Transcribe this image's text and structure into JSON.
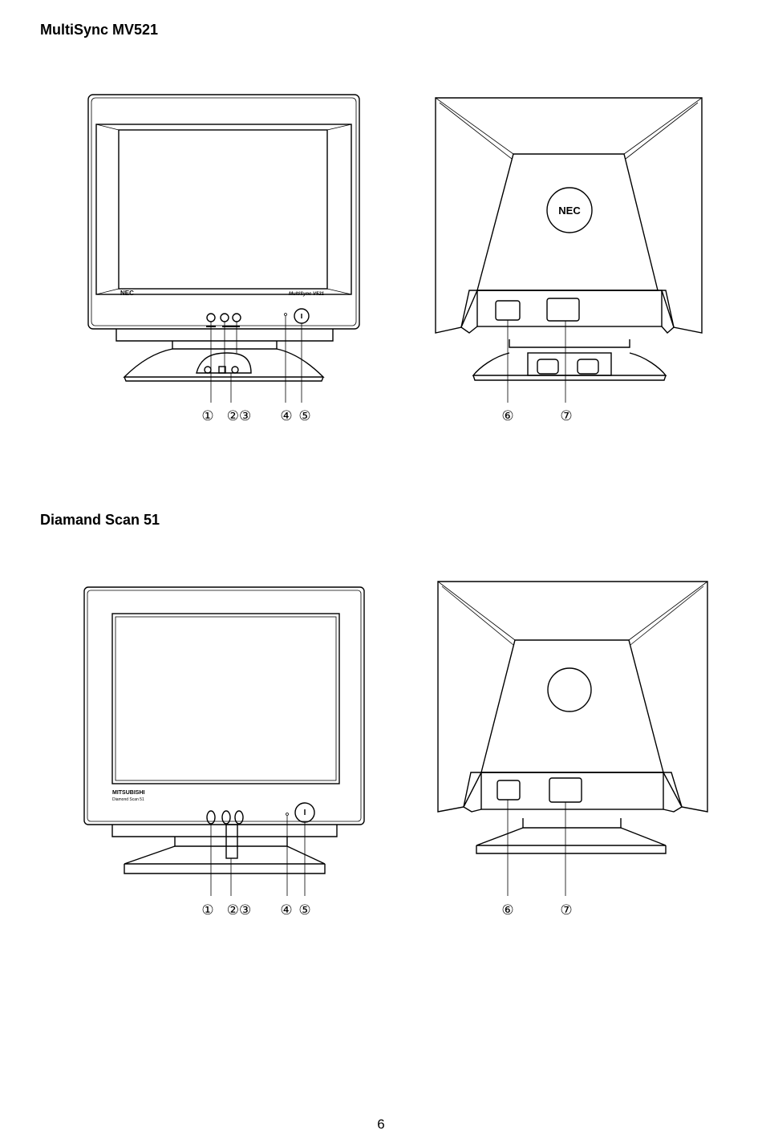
{
  "sections": [
    {
      "title": "MultiSync MV521",
      "front_brand": "NEC",
      "front_model": "MultiSync V521",
      "rear_brand": "NEC",
      "front_callouts": [
        "①",
        "②③",
        "④",
        "⑤"
      ],
      "rear_callouts": [
        "⑥",
        "⑦"
      ]
    },
    {
      "title": "Diamand Scan 51",
      "front_brand": "MITSUBISHI",
      "front_model": "Diamond Scan 51",
      "front_callouts": [
        "①",
        "②③",
        "④",
        "⑤"
      ],
      "rear_callouts": [
        "⑥",
        "⑦"
      ]
    }
  ],
  "page_number": "6"
}
